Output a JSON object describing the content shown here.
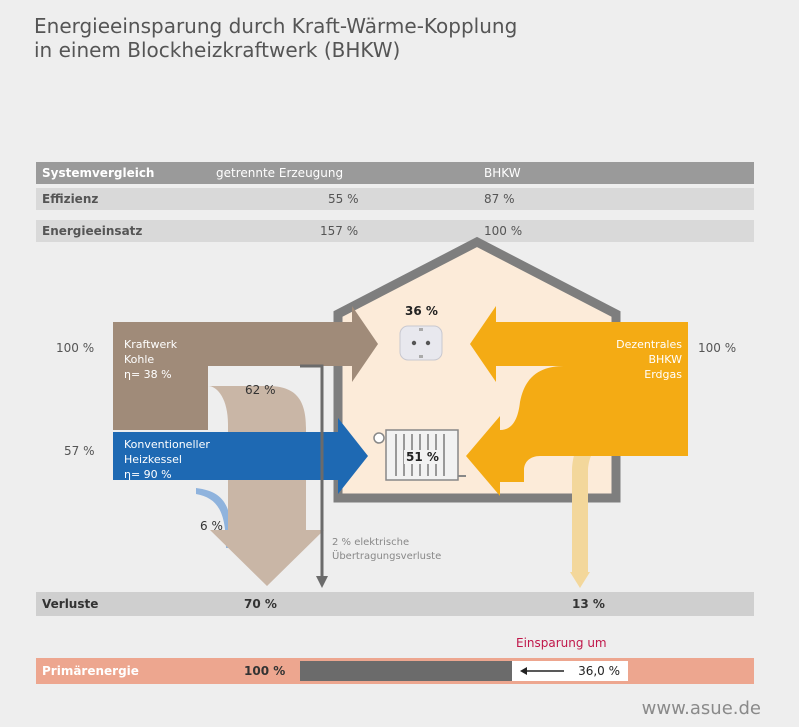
{
  "title": {
    "line1": "Energieeinsparung durch Kraft-Wärme-Kopplung",
    "line2": "in einem Blockheizkraftwerk (BHKW)"
  },
  "table": {
    "header": {
      "col1": "Systemvergleich",
      "col2": "getrennte Erzeugung",
      "col3": "BHKW"
    },
    "effizienz": {
      "label": "Effizienz",
      "getrennt": "55 %",
      "bhkw": "87 %"
    },
    "energieeinsatz": {
      "label": "Energieeinsatz",
      "getrennt": "157 %",
      "bhkw": "100 %"
    }
  },
  "left": {
    "kraftwerk_pct": "100 %",
    "kraftwerk_line1": "Kraftwerk",
    "kraftwerk_line2": "Kohle",
    "kraftwerk_eta": "η= 38 %",
    "kraftwerk_loss": "62 %",
    "heizkessel_pct": "57 %",
    "heizkessel_line1": "Konventioneller",
    "heizkessel_line2": "Heizkessel",
    "heizkessel_eta": "η= 90 %",
    "heizkessel_loss": "6 %"
  },
  "right": {
    "bhkw_pct": "100 %",
    "bhkw_line1": "Dezentrales",
    "bhkw_line2": "BHKW",
    "bhkw_line3": "Erdgas"
  },
  "house": {
    "strom_pct": "36 %",
    "waerme_pct": "51 %"
  },
  "transmission": {
    "line1": "2 % elektrische",
    "line2": "Übertragungsverluste"
  },
  "verluste": {
    "label": "Verluste",
    "left": "70 %",
    "right": "13 %"
  },
  "primaer": {
    "label": "Primärenergie",
    "value": "100 %",
    "einsparung_label": "Einsparung um",
    "einsparung_value": "36,0 %"
  },
  "footer": {
    "url": "www.asue.de"
  },
  "colors": {
    "brown": "#a08b79",
    "tan": "#c9b6a6",
    "blue": "#1e69b3",
    "lightblue": "#8fb3dd",
    "orange": "#f4ab14",
    "lightorange": "#f3d79b",
    "house": "#fcebd9",
    "house_stroke": "#7e7e7e"
  }
}
